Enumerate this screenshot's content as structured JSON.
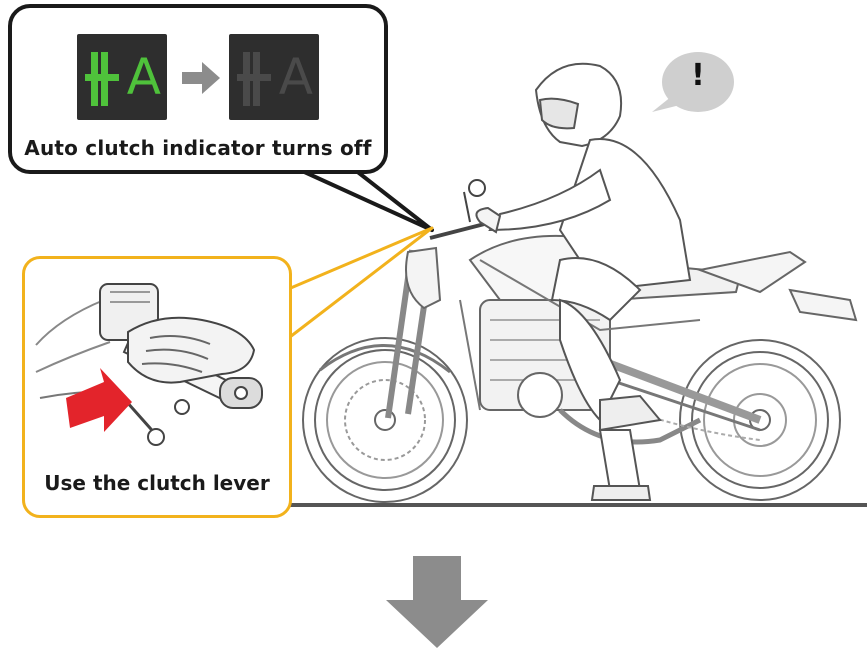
{
  "callout_top": {
    "caption": "Auto clutch indicator turns off",
    "indicator_on": {
      "letter": "A",
      "color": "#4fc23b",
      "icon": "auto-clutch-indicator-icon"
    },
    "indicator_off": {
      "letter": "A",
      "color": "#4a4a4a",
      "icon": "auto-clutch-indicator-icon"
    },
    "transition_icon": "right-arrow-icon"
  },
  "callout_left": {
    "caption": "Use the clutch lever",
    "accent_color": "#f2b21c",
    "pointer_color": "#e3242b",
    "pointer_icon": "red-arrow-icon"
  },
  "rider_bubble": {
    "text": "!"
  },
  "flow_arrow": {
    "icon": "down-arrow-icon",
    "color": "#8c8c8c"
  }
}
